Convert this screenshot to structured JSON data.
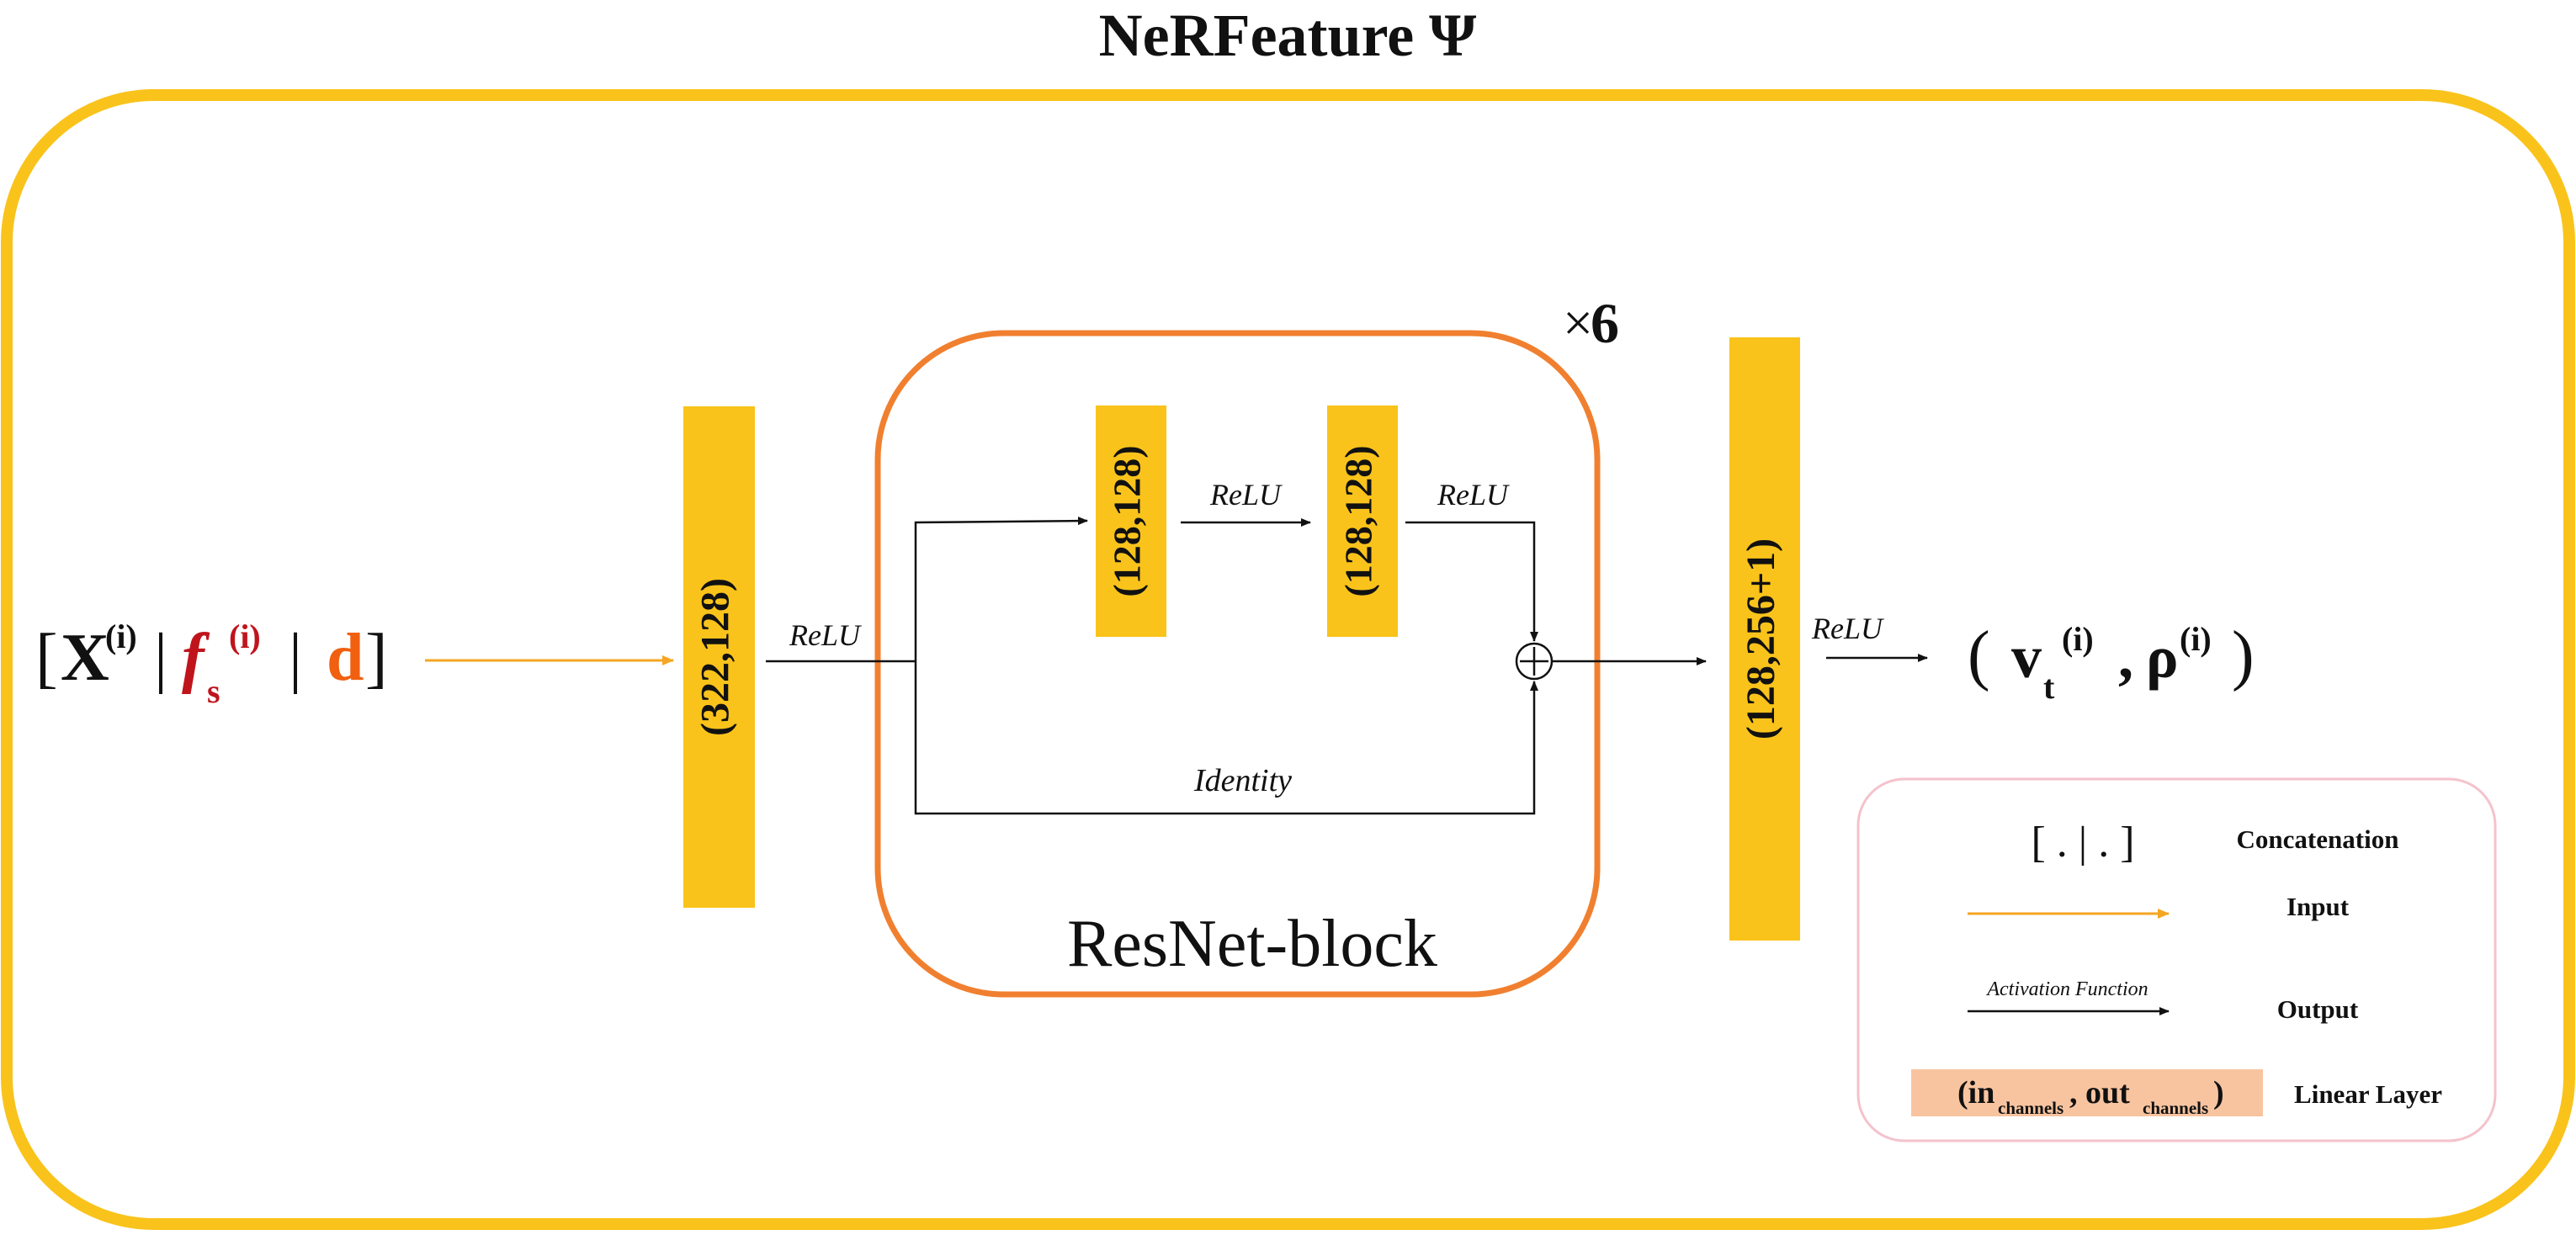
{
  "title": "NeRFeature Ψ",
  "colors": {
    "frame": "#F9C31B",
    "layer": "#F9C31B",
    "resnet_border": "#F0802F",
    "legend_border": "#F4C2CC",
    "legend_layer": "#F8C4A0",
    "input_arrow": "#F5A623",
    "f_red": "#C0141C",
    "d_orange": "#F06010",
    "line": "#111111"
  },
  "input": {
    "open_bracket": "[",
    "x_main": "X",
    "x_sup": "(i)",
    "sep1": "|",
    "f_main": "f",
    "f_sub": "s",
    "f_sup": "(i)",
    "sep2": "|",
    "d": "d",
    "close_bracket": "]"
  },
  "layers": {
    "l1": "(322,128)",
    "r1": "(128,128)",
    "r2": "(128,128)",
    "l_out": "(128,256+1)"
  },
  "labels": {
    "relu_1": "ReLU",
    "relu_2": "ReLU",
    "relu_3": "ReLU",
    "relu_4": "ReLU",
    "identity": "Identity",
    "resnet_block": "ResNet-block",
    "repeat_times": "×",
    "repeat_count": "6",
    "sum_symbol": "+"
  },
  "output": {
    "open_paren": "(",
    "v_main": "v",
    "v_sub": "t",
    "v_sup": "(i)",
    "comma": ",",
    "rho_main": "ρ",
    "rho_sup": "(i)",
    "close_paren": ")"
  },
  "legend": {
    "concat_symbol": "[ . | . ]",
    "concat_label": "Concatenation",
    "input_label": "Input",
    "activation_text": "Activation Function",
    "output_label": "Output",
    "layer_open": "(in",
    "layer_sub1": "channels",
    "layer_mid": ", out",
    "layer_sub2": "channels",
    "layer_close": ")",
    "layer_label": "Linear Layer"
  }
}
